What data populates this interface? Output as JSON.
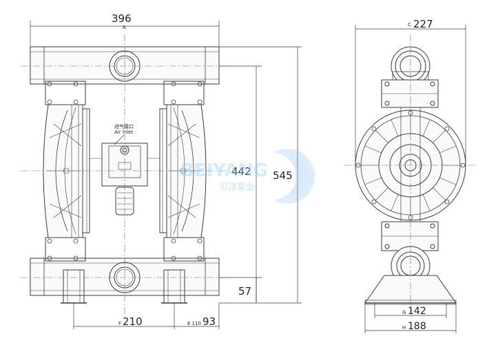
{
  "dimensions": {
    "width_total": "396",
    "width_marker": "A",
    "height_mid": "442",
    "height_total": "545",
    "bottom_height": "57",
    "base_width": "210",
    "base_width_marker": "F",
    "outlet_offset": "93",
    "outlet_offset_marker": "E 110",
    "side_width": "227",
    "side_width_marker": "C",
    "foot_inner": "142",
    "foot_inner_marker": "G",
    "foot_outer": "188",
    "foot_outer_marker": "H"
  },
  "labels": {
    "air_inlet_cn": "进气接口",
    "air_inlet_en": "Air Inlet"
  },
  "watermark": {
    "brand_en": "BEIYANG",
    "brand_cn": "贝洋泵业"
  },
  "colors": {
    "line": "#3a3a3a",
    "centerline": "#6a6a6a",
    "watermark": "#5fa8e6"
  }
}
